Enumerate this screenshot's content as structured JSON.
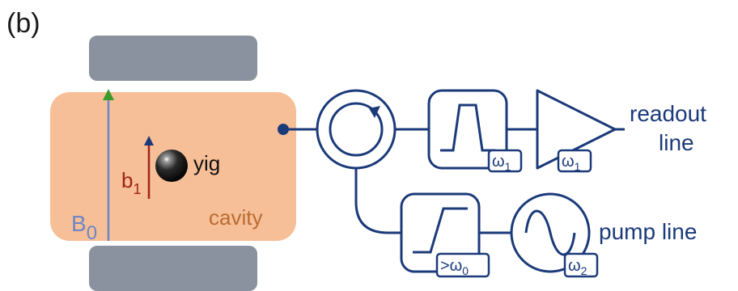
{
  "panel_label": "(b)",
  "labels": {
    "yig": "yig",
    "b1_base": "b",
    "b1_sub": "1",
    "B0_base": "B",
    "B0_sub": "0",
    "cavity": "cavity",
    "readout_line1": "readout",
    "readout_line2": "line",
    "pump_line": "pump line",
    "filter_bp_base": "ω",
    "filter_bp_sub": "1",
    "amp_base": "ω",
    "amp_sub": "1",
    "filter_hp_prefix": ">ω",
    "filter_hp_sub": "0",
    "source_base": "ω",
    "source_sub": "2"
  },
  "colors": {
    "magnet": "#8a929f",
    "cavity": "#f6bf98",
    "circuit": "#1b3a7a",
    "b1_arrow": "#a02418",
    "b0_arrow_tip": "#3a9a2a",
    "b0_text": "#6f86c4",
    "cavity_text": "#b96b31"
  }
}
